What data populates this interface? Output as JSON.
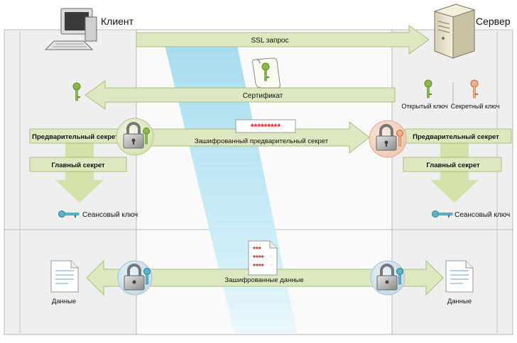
{
  "client_label": "Клиент",
  "server_label": "Сервер",
  "ssl_request": "SSL запрос",
  "certificate": "Сертификат",
  "public_key": "Открытый ключ",
  "secret_key": "Секретный ключ",
  "encrypted_marker": "*********",
  "encrypted_premaster": "Зашифрованный предварительный секрет",
  "client_premaster": "Предварительный секрет",
  "client_master": "Главный секрет",
  "client_session_key": "Сеансовый ключ",
  "server_premaster": "Предварительный секрет",
  "server_master": "Главный секрет",
  "server_session_key": "Сеансовый ключ",
  "doc_lines": [
    "***",
    "****",
    "****"
  ],
  "encrypted_data": "Зашифрованные данные",
  "client_data": "Данные",
  "server_data": "Данные",
  "colors": {
    "panel": "#f0f0f0",
    "panel_border": "#b8b8b8",
    "arrow_fill": "#dde8c0",
    "arrow_stroke": "#a9bf84",
    "funnel": "#bfe6f2",
    "key_green": "#8ab84a",
    "key_orange": "#e8a070",
    "key_teal": "#4aa8c0",
    "asterisk_red": "#e02020"
  }
}
